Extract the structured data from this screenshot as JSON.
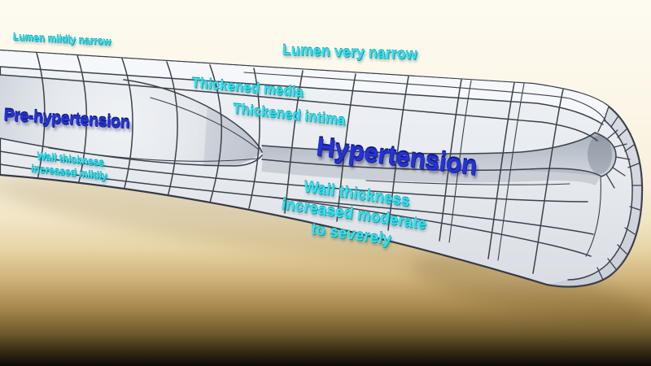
{
  "labels": {
    "lumen_mildly_narrow": "Lumen mildly narrow",
    "lumen_very_narrow": "Lumen very narrow",
    "pre_hypertension": "Pre-hypertension",
    "thickened_media": "Thickened media",
    "thickened_intima": "Thickened intima",
    "hypertension": "Hypertension",
    "wall_mild": {
      "lines": [
        "Wall thickness",
        "increased mildly"
      ]
    },
    "wall_moderate": {
      "lines": [
        "Wall thickness",
        "increased moderate",
        "to severely"
      ]
    }
  },
  "colors": {
    "label_cyan": "#3ee0ea",
    "label_cyan_shadow": "#0d9fb0",
    "label_blue": "#2433d8",
    "label_blue_shadow": "#131c7e",
    "wireframe": "#3b414b",
    "vessel_fill_light": "#f1f3f6",
    "vessel_fill_dark": "#d9dde3",
    "background_top": "#fdfaf0",
    "background_bottom": "#0c0905"
  }
}
